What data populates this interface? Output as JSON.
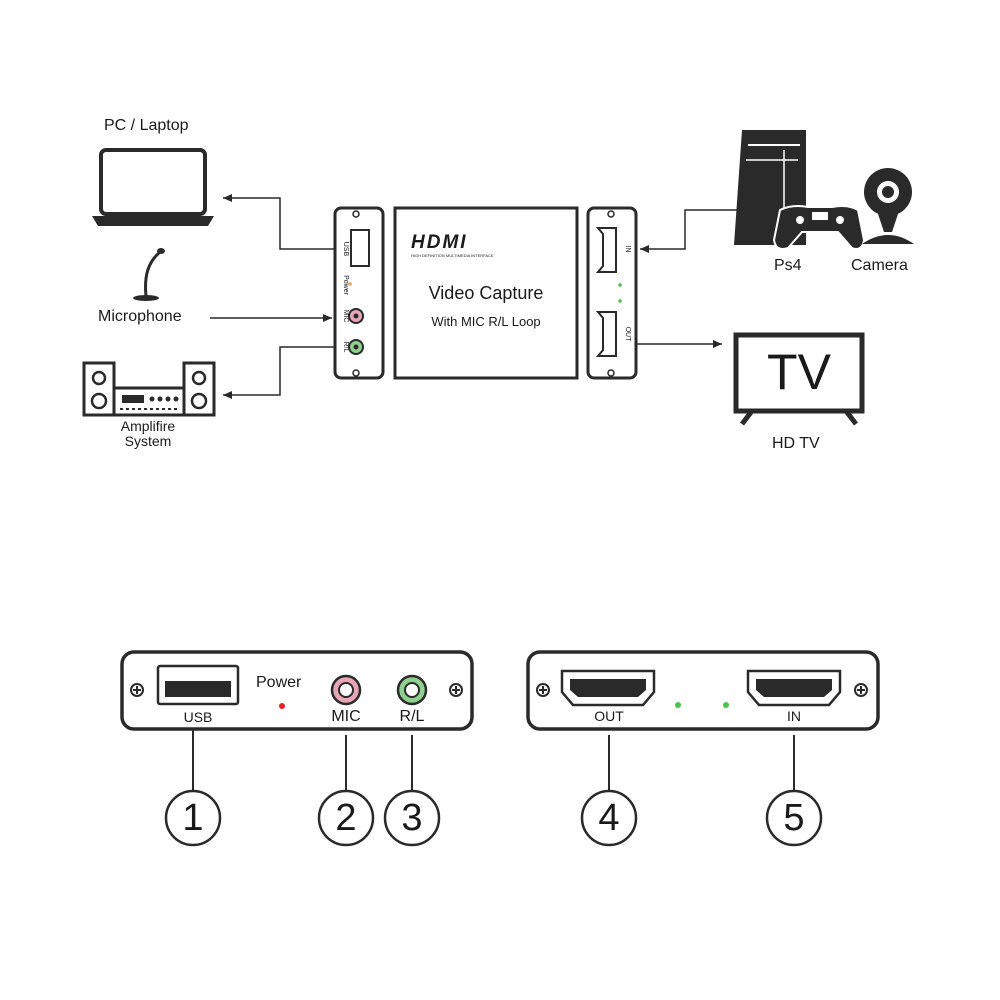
{
  "devices": {
    "pc": "PC / Laptop",
    "microphone": "Microphone",
    "amplifier_line1": "Amplifire",
    "amplifier_line2": "System",
    "ps4": "Ps4",
    "camera": "Camera",
    "tv_screen": "TV",
    "hdtv": "HD TV"
  },
  "unit": {
    "logo": "HDMI",
    "logo_tagline": "HIGH DEFINITION MULTIMEDIA INTERFACE",
    "title": "Video Capture",
    "subtitle": "With MIC R/L Loop"
  },
  "side_panel_left": {
    "usb": "USB",
    "power": "Power",
    "mic": "MIC",
    "rl": "R/L"
  },
  "side_panel_right": {
    "in": "IN",
    "out": "OUT"
  },
  "panel_left": {
    "usb": "USB",
    "power": "Power",
    "mic": "MIC",
    "rl": "R/L"
  },
  "panel_right": {
    "out": "OUT",
    "in": "IN"
  },
  "callouts": [
    "1",
    "2",
    "3",
    "4",
    "5"
  ],
  "colors": {
    "line": "#2a2a2a",
    "power_led": "#e8202a",
    "status_led": "#4ec24e",
    "mic_jack": "#e6a6b4",
    "rl_jack": "#8fd08f"
  }
}
